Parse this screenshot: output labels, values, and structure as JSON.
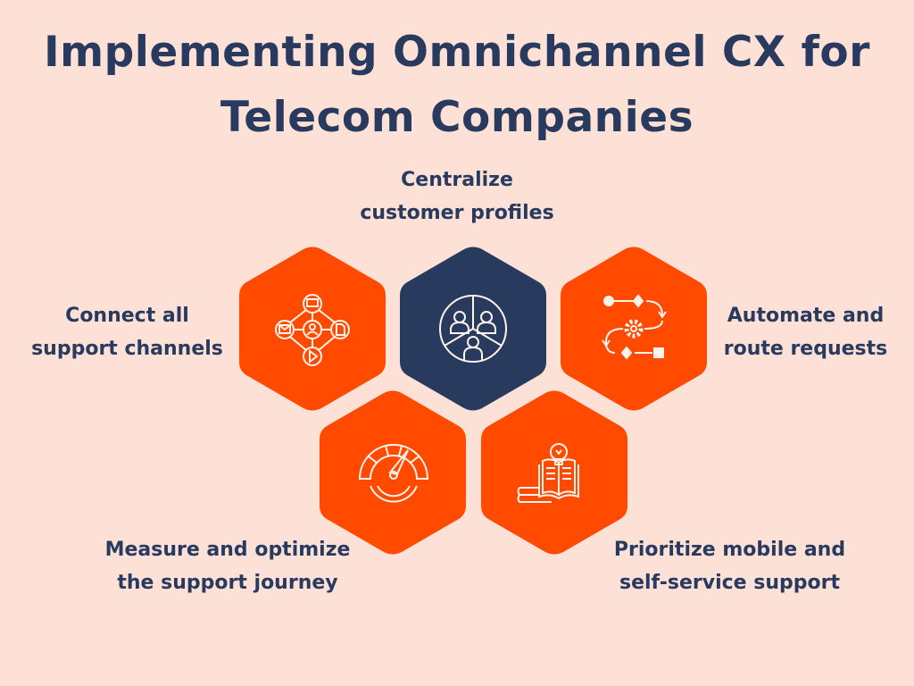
{
  "title": {
    "line1": "Implementing Omnichannel CX for",
    "line2": "Telecom Companies"
  },
  "colors": {
    "background": "#FDE1D7",
    "accent": "#FF4A00",
    "navy": "#283A5E",
    "icon_stroke": "#FFF3EC"
  },
  "steps": [
    {
      "line1": "Centralize",
      "line2": "customer profiles",
      "icon": "customer-profiles-icon"
    },
    {
      "line1": "Connect all",
      "line2": "support channels",
      "icon": "channels-network-icon"
    },
    {
      "line1": "Automate and",
      "line2": "route requests",
      "icon": "workflow-automation-icon"
    },
    {
      "line1": "Measure and optimize",
      "line2": "the support journey",
      "icon": "speedometer-icon"
    },
    {
      "line1": "Prioritize mobile and",
      "line2": "self-service support",
      "icon": "knowledge-base-icon"
    }
  ]
}
